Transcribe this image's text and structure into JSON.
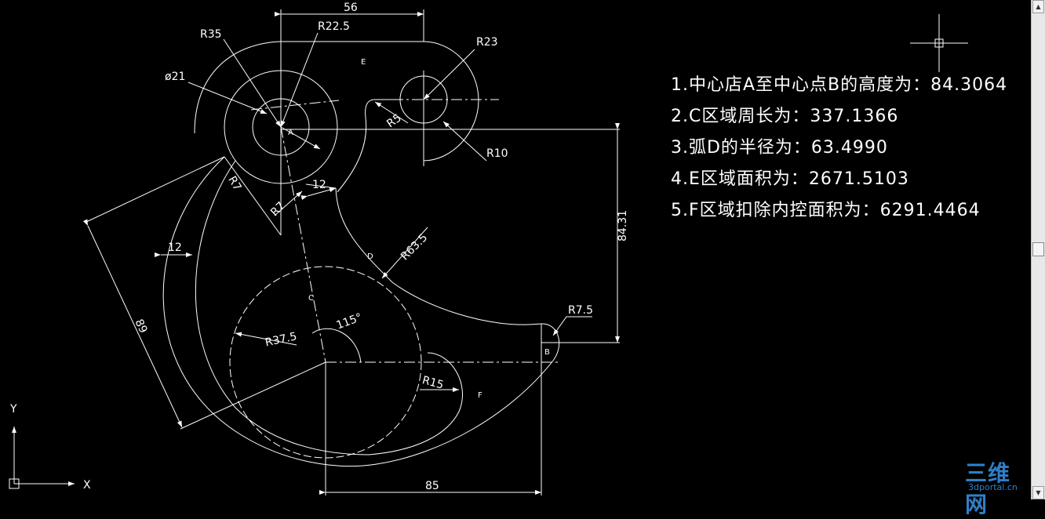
{
  "drawing": {
    "dimensions": {
      "width_56": "56",
      "r22_5": "R22.5",
      "r35": "R35",
      "r23": "R23",
      "phi21": "ø21",
      "r5": "R5",
      "r10": "R10",
      "r7_upper": "R7",
      "r7_lower": "R7",
      "gap_12_upper": "12",
      "gap_12_left": "12",
      "height_84_31": "84.31",
      "r63_5": "R63.5",
      "r7_5": "R7.5",
      "length_89": "89",
      "r37_5": "R37.5",
      "angle_115": "115°",
      "r15": "R15",
      "width_85": "85"
    },
    "points": {
      "a": "A",
      "b": "B",
      "c": "C",
      "d": "D",
      "e": "E",
      "f": "F"
    },
    "axes": {
      "x_label": "X",
      "y_label": "Y"
    },
    "line_color": "#ffffff",
    "background_color": "#000000"
  },
  "results": [
    "1.中心店A至中心点B的高度为：84.3064",
    "2.C区域周长为：337.1366",
    "3.弧D的半径为：63.4990",
    "4.E区域面积为：2671.5103",
    "5.F区域扣除内控面积为：6291.4464"
  ],
  "watermark": {
    "main": "三维网",
    "sub": "3dportal.cn"
  },
  "scrollbar": {
    "up_icon": "arrow-up-icon",
    "down_icon": "arrow-down-icon"
  }
}
